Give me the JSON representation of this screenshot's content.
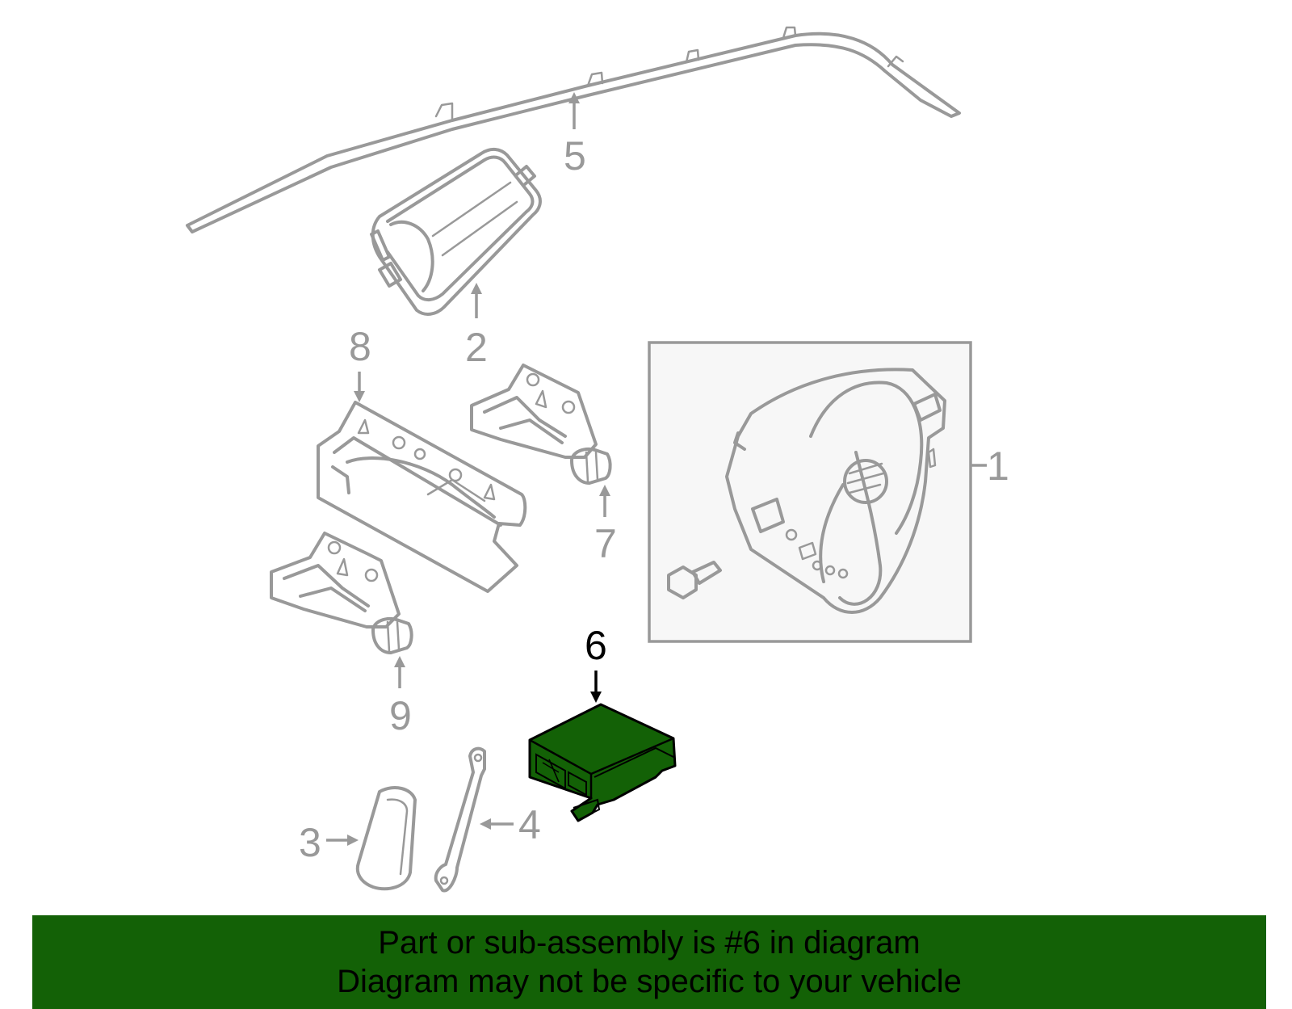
{
  "callouts": {
    "c1": "1",
    "c2": "2",
    "c3": "3",
    "c4": "4",
    "c5": "5",
    "c6": "6",
    "c7": "7",
    "c8": "8",
    "c9": "9"
  },
  "highlight": {
    "part_number": "6",
    "fill_color": "#136106",
    "stroke_color": "#000000"
  },
  "colors": {
    "line": "#999999",
    "banner": "#136106",
    "inset_bg": "#f7f7f7"
  },
  "banner": {
    "line1": "Part or sub-assembly is #6 in diagram",
    "line2": "Diagram may not be specific to your vehicle"
  }
}
